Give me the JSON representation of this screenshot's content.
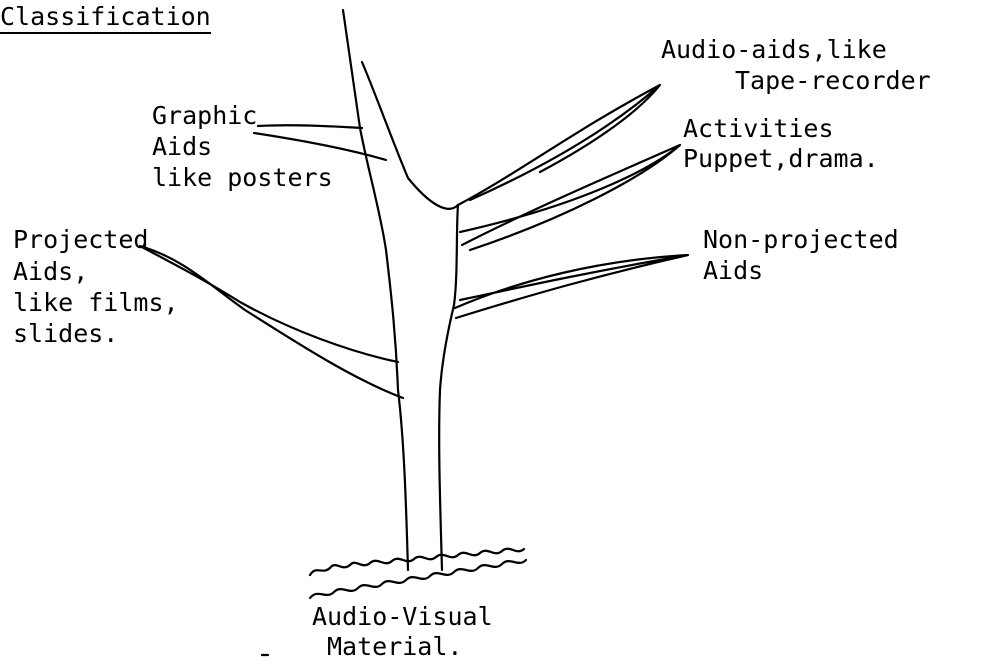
{
  "heading": "Classification",
  "branches": {
    "audio": {
      "line1": "Audio-aids,like",
      "line2": "Tape-recorder"
    },
    "activities": {
      "line1": "Activities",
      "line2": "Puppet,drama."
    },
    "graphic": {
      "line1": "Graphic",
      "line2": "Aids",
      "line3": "like posters"
    },
    "projected": {
      "line1": "Projected",
      "line2": "Aids,",
      "line3": "like films,",
      "line4": "slides."
    },
    "nonprojected": {
      "line1": "Non-projected",
      "line2": "Aids"
    }
  },
  "root": {
    "line1": "Audio-Visual",
    "line2": "Material."
  },
  "colors": {
    "ink": "#000000",
    "paper": "#ffffff"
  }
}
